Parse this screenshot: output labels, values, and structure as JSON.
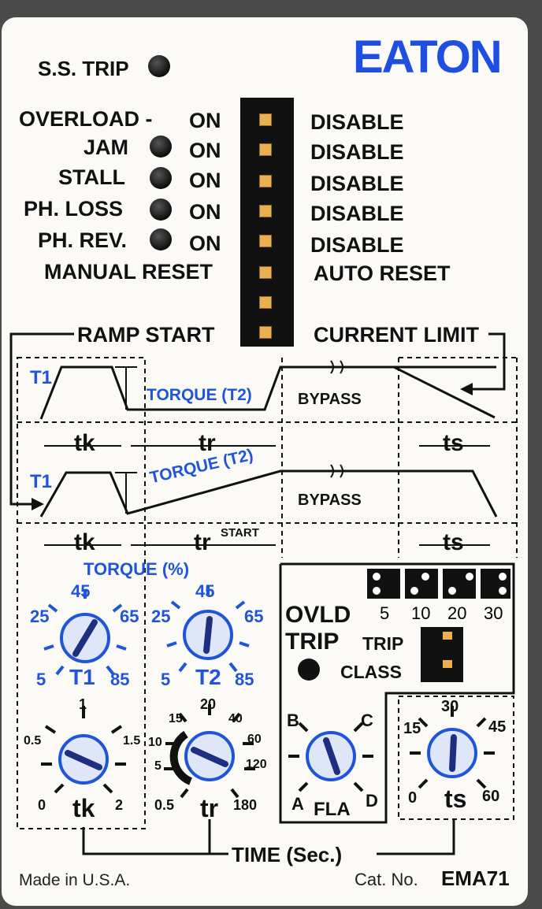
{
  "brand": {
    "logo": "EATON"
  },
  "labels": {
    "ss_trip": "S.S. TRIP",
    "overload": "OVERLOAD -",
    "jam": "JAM",
    "stall": "STALL",
    "ph_loss": "PH. LOSS",
    "ph_rev": "PH. REV.",
    "manual_reset": "MANUAL RESET",
    "on": "ON",
    "disable": "DISABLE",
    "auto_reset": "AUTO RESET",
    "ramp_start": "RAMP START",
    "current_limit": "CURRENT LIMIT",
    "t1": "T1",
    "torque_t2": "TORQUE (T2)",
    "bypass": "BYPASS",
    "tk": "tk",
    "tr": "tr",
    "ts": "ts",
    "start": "START",
    "torque_pct": "TORQUE (%)",
    "ovld_trip_1": "OVLD",
    "ovld_trip_2": "TRIP",
    "trip": "TRIP",
    "class": "CLASS",
    "fla": "FLA",
    "time_sec": "TIME (Sec.)",
    "made_in": "Made in U.S.A.",
    "cat_no": "Cat. No.",
    "cat_val": "EMA71",
    "t2": "T2"
  },
  "trip_classes": [
    "5",
    "10",
    "20",
    "30"
  ],
  "dial_t1": {
    "top": "45",
    "left": "25",
    "right": "65",
    "bl": "5",
    "br": "85"
  },
  "dial_t2": {
    "top": "45",
    "left": "25",
    "right": "65",
    "bl": "5",
    "br": "85"
  },
  "dial_tk": {
    "top": "1",
    "left": "0.5",
    "right": "1.5",
    "bl": "0",
    "br": "2"
  },
  "dial_tr": {
    "t20": "20",
    "t15": "15",
    "t40": "40",
    "t10": "10",
    "t60": "60",
    "t5": "5",
    "t120": "120",
    "t05": "0.5",
    "t180": "180"
  },
  "dial_fla": {
    "b": "B",
    "c": "C",
    "a": "A",
    "d": "D"
  },
  "dial_ts": {
    "t30": "30",
    "t15": "15",
    "t45": "45",
    "t0": "0",
    "t60": "60"
  },
  "colors": {
    "accent": "#1f55d6",
    "panel": "#fbfaf7",
    "dip": "#111111"
  }
}
